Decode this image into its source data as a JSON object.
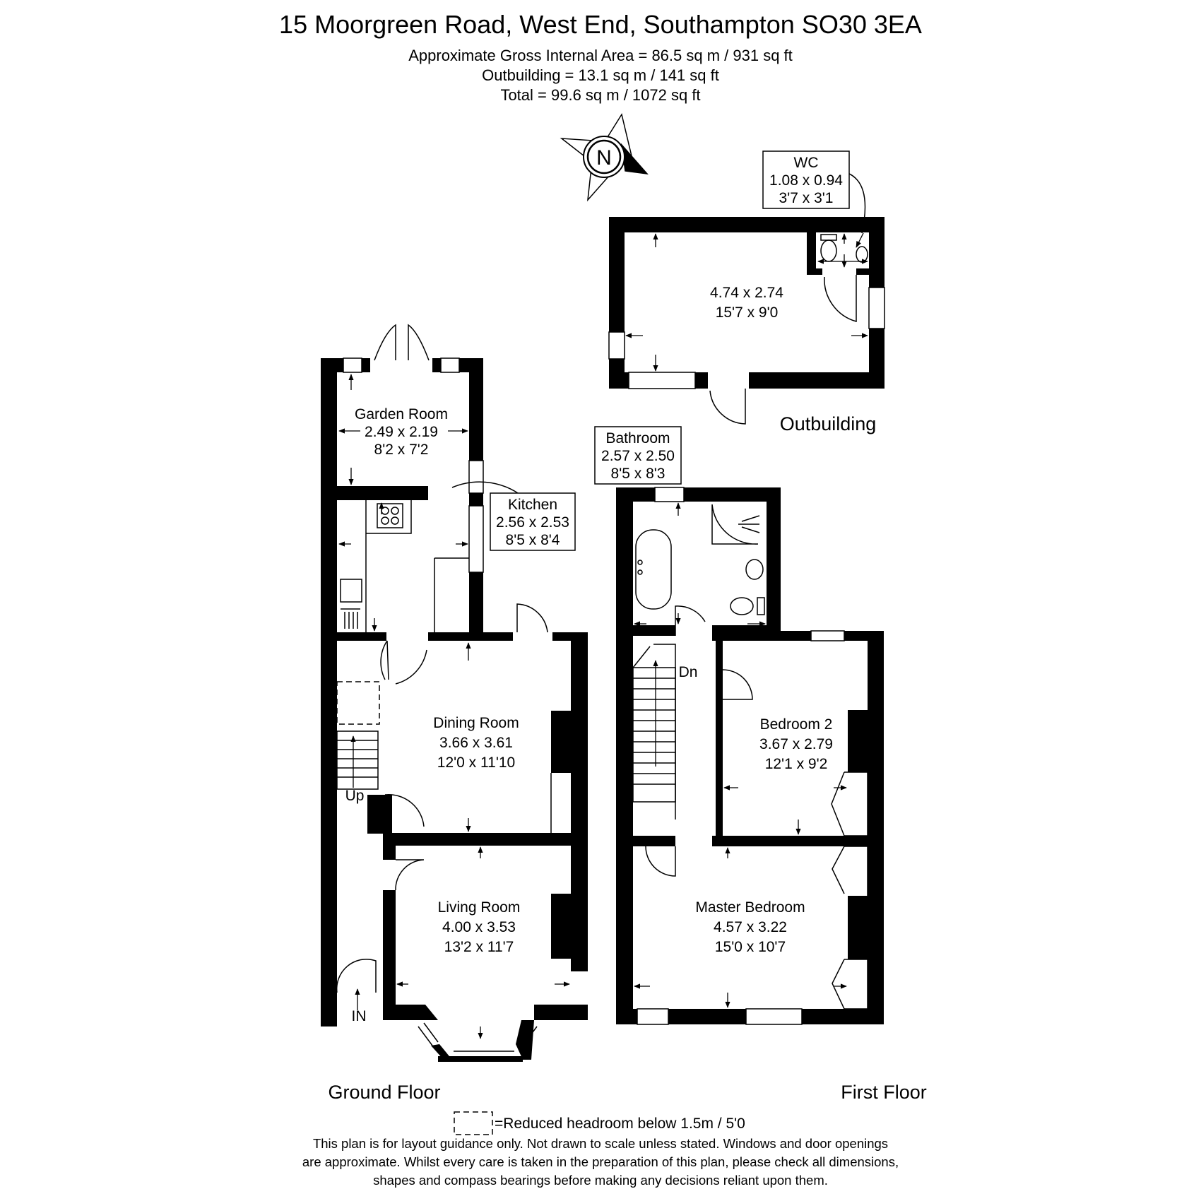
{
  "header": {
    "title": "15 Moorgreen Road, West End, Southampton SO30 3EA",
    "area_main": "Approximate Gross Internal Area = 86.5 sq m / 931 sq ft",
    "area_outbuilding": "Outbuilding = 13.1 sq m / 141 sq ft",
    "area_total": "Total = 99.6 sq m / 1072 sq ft"
  },
  "compass": {
    "label": "N"
  },
  "floors": {
    "ground": "Ground Floor",
    "first": "First Floor",
    "outbuilding": "Outbuilding"
  },
  "rooms": {
    "garden_room": {
      "name": "Garden Room",
      "metric": "2.49 x 2.19",
      "imperial": "8'2 x 7'2"
    },
    "kitchen": {
      "name": "Kitchen",
      "metric": "2.56 x 2.53",
      "imperial": "8'5 x 8'4"
    },
    "dining_room": {
      "name": "Dining Room",
      "metric": "3.66 x 3.61",
      "imperial": "12'0 x 11'10"
    },
    "living_room": {
      "name": "Living Room",
      "metric": "4.00 x 3.53",
      "imperial": "13'2 x 11'7"
    },
    "bathroom": {
      "name": "Bathroom",
      "metric": "2.57 x 2.50",
      "imperial": "8'5 x 8'3"
    },
    "bedroom_2": {
      "name": "Bedroom 2",
      "metric": "3.67 x 2.79",
      "imperial": "12'1 x 9'2"
    },
    "master_bedroom": {
      "name": "Master Bedroom",
      "metric": "4.57 x 3.22",
      "imperial": "15'0 x 10'7"
    },
    "wc": {
      "name": "WC",
      "metric": "1.08 x 0.94",
      "imperial": "3'7 x 3'1"
    },
    "outbuilding_room": {
      "metric": "4.74 x 2.74",
      "imperial": "15'7 x 9'0"
    }
  },
  "labels": {
    "up": "Up",
    "dn": "Dn",
    "in": "IN"
  },
  "legend": {
    "reduced_headroom": "=Reduced headroom below 1.5m / 5'0"
  },
  "disclaimer": {
    "line1": "This plan is for layout guidance only. Not drawn to scale unless stated. Windows and door openings",
    "line2": "are approximate. Whilst every care is taken in the preparation of this plan, please check all dimensions,",
    "line3": "shapes and compass bearings before making any decisions reliant upon them."
  }
}
